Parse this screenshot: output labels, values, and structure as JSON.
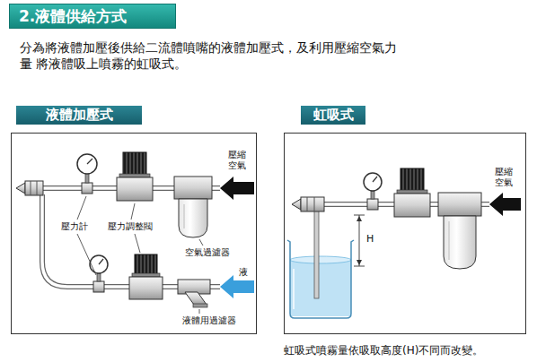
{
  "diagram": {
    "title": "2.液體供給方式",
    "caption": "虹吸式噴霧量依吸取高度(H)不同而改變。",
    "nodes": [
      {
        "text": [
          "液體加壓式"
        ]
      },
      {
        "text": [
          "虹吸式"
        ]
      }
    ],
    "labels": [
      "分為將液體加壓後供給二流體噴嘴的液體加壓式，及利用壓縮空氣力量 將液體吸上噴霧的虹吸式。",
      "壓縮空氣",
      "壓力計",
      "壓力調整閥",
      "空氣過濾器",
      "液",
      "液體用過濾器",
      "壓縮空氣",
      "H"
    ]
  }
}
